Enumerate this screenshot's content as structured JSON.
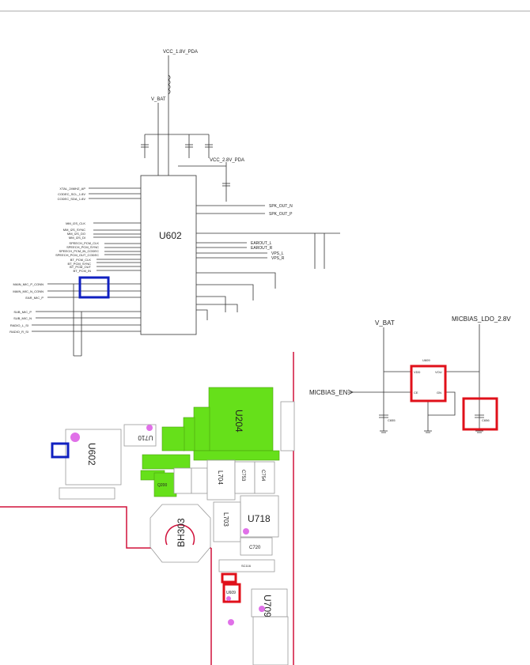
{
  "schematic_main": {
    "chip": "U602",
    "power": {
      "vcc18": "VCC_1.8V_PDA",
      "vbat": "V_BAT",
      "vcc28": "VCC_2.8V_PDA"
    },
    "left_signals": [
      "XTAL_24MHZ_AP",
      "CODEC_SCL_1.8V",
      "CODEC_SDA_1.8V",
      "MM_I2S_CLK",
      "MM_I2S_SYNC",
      "MM_I2S_DO",
      "MM_I2S_DI",
      "SPEECH_PCM_CLK",
      "SPEECH_PCM_SYNC",
      "SPEECH_PCM_IN_CODEC",
      "SPEECH_PCM_OUT_CODEC",
      "BT_PCM_CLK",
      "BT_PCM_SYNC",
      "BT_PCM_OUT",
      "BT_PCM_IN",
      "MAIN_MIC_P_CONN",
      "MAIN_MIC_N_CONN",
      "EAR_MIC_P",
      "SUB_MIC_P",
      "SUB_MIC_N",
      "RADIO_L_SI",
      "RADIO_R_SI"
    ],
    "right_signals": [
      "SPK_OUT_N",
      "SPK_OUT_P",
      "EAROUT_L",
      "EAROUT_R",
      "VPS_L",
      "VPS_R"
    ],
    "highlight_color": "#1020c0"
  },
  "schematic_ldo": {
    "vbat": "V_BAT",
    "output": "MICBIAS_LDO_2.8V",
    "chip": "U609",
    "enable": "MICBIAS_EN",
    "cap_in": "C655",
    "cap_out": "C656",
    "pins": [
      "VDD",
      "VOU",
      "CE",
      "GN"
    ],
    "highlight_color": "#e0101a"
  },
  "pcb": {
    "parts": [
      "U204",
      "U602",
      "U710",
      "Q200",
      "L704",
      "C753",
      "C754",
      "U718",
      "L703",
      "BH303",
      "C720",
      "U709",
      "U609",
      "SC116"
    ],
    "board_edge_color": "#d0103a",
    "highlight_fill": "#66e01a"
  }
}
